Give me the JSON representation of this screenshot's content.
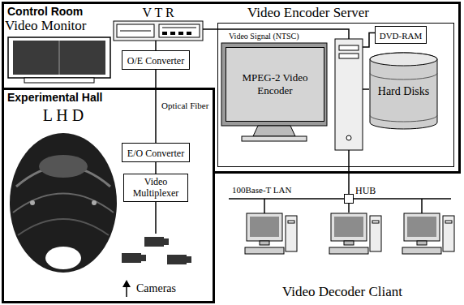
{
  "diagram": {
    "nodes": [
      {
        "text": [
          "Control Room"
        ]
      },
      {
        "text": [
          "Video Monitor"
        ],
        "in": 0
      },
      {
        "text": [
          "V T R"
        ],
        "in": 0
      },
      {
        "text": [
          "Video Encoder Server"
        ],
        "in": 0
      },
      {
        "text": [
          "MPEG-2 Video Encoder"
        ],
        "in": 3
      },
      {
        "text": [
          "DVD-RAM"
        ],
        "in": 3
      },
      {
        "text": [
          "Hard Disks"
        ],
        "in": 3
      },
      {
        "text": [
          "O/E Converter"
        ],
        "in": 0
      },
      {
        "text": [
          "Experimental Hall"
        ]
      },
      {
        "text": [
          "L H D"
        ],
        "in": 8
      },
      {
        "text": [
          "E/O Converter"
        ],
        "in": 8
      },
      {
        "text": [
          "Video Multiplexer"
        ],
        "in": 8
      },
      {
        "text": [
          "Cameras"
        ],
        "in": 8
      },
      {
        "text": [
          "HUB"
        ]
      },
      {
        "text": [
          "Video Decoder Cliant"
        ]
      }
    ],
    "edges": [
      {
        "from": 2,
        "to": 3,
        "arrow": "none"
      },
      {
        "from": 2,
        "to": 7,
        "arrow": "none"
      },
      {
        "from": 7,
        "to": 10,
        "label": "Optical Fiber",
        "arrow": "none"
      },
      {
        "from": 10,
        "to": 11,
        "arrow": "none"
      },
      {
        "from": 11,
        "to": 12,
        "arrow": "none"
      },
      {
        "from": 3,
        "to": 13,
        "arrow": "none"
      },
      {
        "from": 13,
        "to": 14,
        "arrow": "none"
      }
    ],
    "labels": [
      "Video Signal (NTSC)",
      "100Base-T LAN"
    ]
  }
}
